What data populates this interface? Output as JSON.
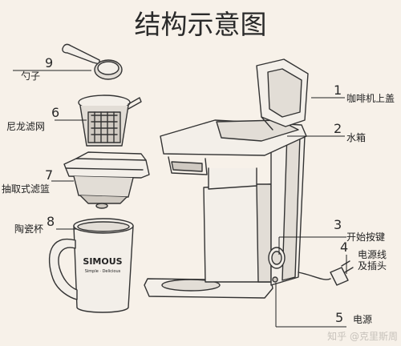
{
  "title": "结构示意图",
  "callouts": [
    {
      "number": "1",
      "label": "咖啡机上盖"
    },
    {
      "number": "2",
      "label": "水箱"
    },
    {
      "number": "3",
      "label": "开始按键"
    },
    {
      "number": "4",
      "label_line1": "电源线",
      "label_line2": "及插头"
    },
    {
      "number": "5",
      "label": "电源"
    },
    {
      "number": "6",
      "label": "尼龙滤网"
    },
    {
      "number": "7",
      "label": "抽取式滤篮"
    },
    {
      "number": "8",
      "label": "陶瓷杯"
    },
    {
      "number": "9",
      "label": "勺子"
    }
  ],
  "mug": {
    "brand": "SIMOUS",
    "slogan": "Simple · Delicious"
  },
  "watermark": "知乎 @克里斯周"
}
